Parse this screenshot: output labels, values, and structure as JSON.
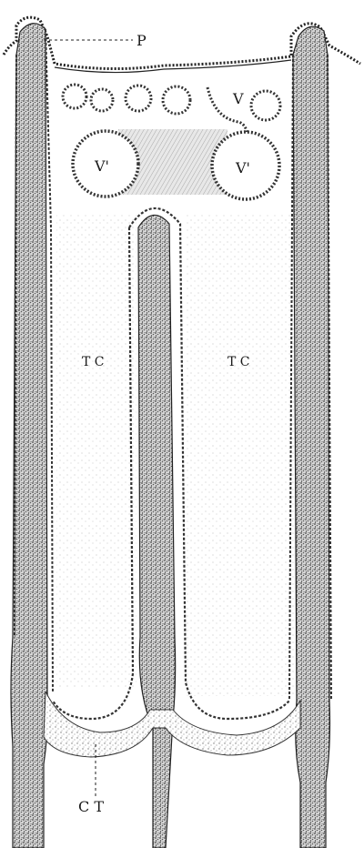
{
  "figure": {
    "labels": {
      "p": "P",
      "v": "V",
      "v_prime_left": "V'",
      "v_prime_right": "V'",
      "tc_left": "T C",
      "tc_right": "T C",
      "ct": "C T"
    },
    "colors": {
      "background": "#ffffff",
      "ink": "#1a1a1a",
      "stipple": "#6a6a6a"
    }
  }
}
